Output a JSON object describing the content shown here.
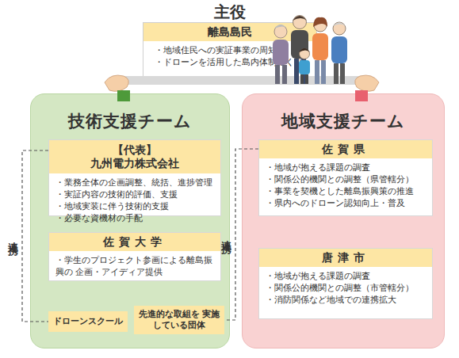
{
  "diagram": {
    "nodes": [
      {
        "text": [
          "主役",
          "離島島民",
          "・地域住民への実証事業の周知",
          "・ドローンを活用した島内体制づくり"
        ]
      },
      {
        "text": [
          "技術支援チーム"
        ]
      },
      {
        "text": [
          "【代表】",
          "九州電力株式会社",
          "・業務全体の企画調整、統括、進捗管理",
          "・実証内容の技術的評価、支援",
          "・地域実装に伴う技術的支援",
          "・必要な資機材の手配"
        ],
        "in": 1
      },
      {
        "text": [
          "佐賀大学",
          "・学生のプロジェクト参画による離島振興の 企画・アイディア提供"
        ],
        "in": 1
      },
      {
        "text": [
          "ドローンスクール"
        ],
        "in": 1
      },
      {
        "text": [
          "先進的な取組を 実施している団体"
        ],
        "in": 1
      },
      {
        "text": [
          "地域支援チーム"
        ]
      },
      {
        "text": [
          "佐賀県",
          "・地域が抱える課題の調査",
          "・関係公的機関との調整（県管轄分）",
          "・事業を契機とした離島振興策の推進",
          "・県内へのドローン認知向上・普及"
        ],
        "in": 6
      },
      {
        "text": [
          "唐津市",
          "・地域が抱える課題の調査",
          "・関係公的機関との調整（市管轄分）",
          "・消防関係など地域での連携拡大"
        ],
        "in": 6
      }
    ],
    "edges": [
      {
        "from": 2,
        "to": 4,
        "arrow": "none",
        "label": "連携"
      },
      {
        "from": 7,
        "to": 5,
        "arrow": "none",
        "label": "連携"
      }
    ]
  }
}
